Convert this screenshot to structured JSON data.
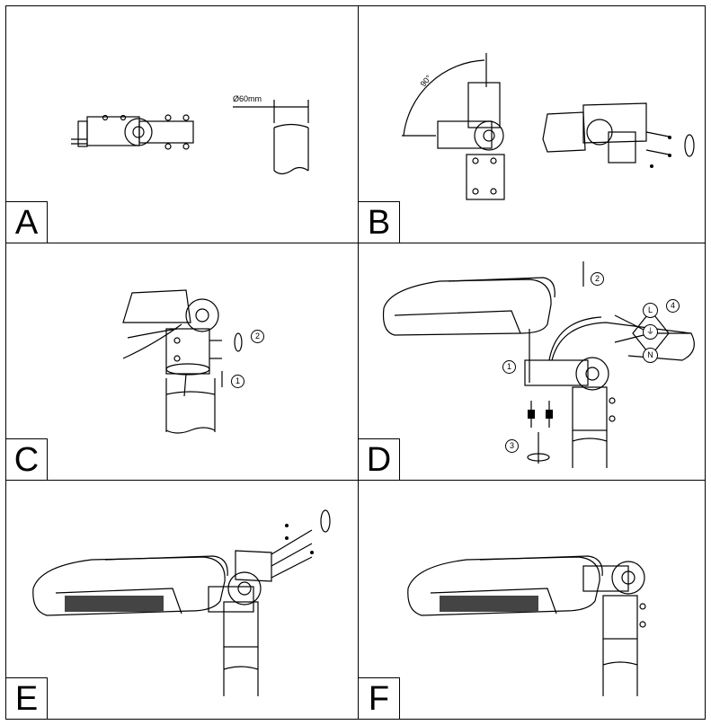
{
  "panels": [
    {
      "id": "A",
      "letter": "A"
    },
    {
      "id": "B",
      "letter": "B"
    },
    {
      "id": "C",
      "letter": "C"
    },
    {
      "id": "D",
      "letter": "D"
    },
    {
      "id": "E",
      "letter": "E"
    },
    {
      "id": "F",
      "letter": "F"
    }
  ],
  "labels": {
    "pole_diameter": "Ø60mm",
    "rotation_angle": "90°"
  },
  "steps": {
    "c_step1": "1",
    "c_step2": "2",
    "d_step1": "1",
    "d_step2": "2",
    "d_step3": "3",
    "d_step4": "4"
  },
  "wiring": {
    "live": "L",
    "neutral": "N",
    "earth": "⏚"
  },
  "colors": {
    "line": "#000000",
    "background": "#ffffff",
    "grille": "#444444"
  }
}
